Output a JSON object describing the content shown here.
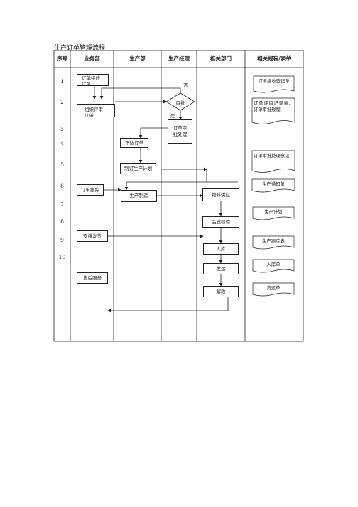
{
  "title": "生产订单管理流程",
  "headers": {
    "seq": "序号",
    "sales": "业务部",
    "production": "生产部",
    "manager": "生产经理",
    "related": "相关部门",
    "forms": "相关规程/表单"
  },
  "rows": [
    "1",
    "2",
    "3",
    "4",
    "5",
    "6",
    "7",
    "8",
    "9",
    "10"
  ],
  "sales_boxes": {
    "receive_order": "订单接收订单",
    "review_order": "组织评审订单",
    "order_tracking": "订单跟踪",
    "arrange_shipping": "安排发货",
    "after_sales": "售后服务"
  },
  "production_boxes": {
    "issue_order": "下达订单",
    "make_plan": "制订生产计划",
    "manufacturing": "生产制造"
  },
  "manager_items": {
    "reject_label": "否",
    "approve_decision": "审批",
    "yes_label": "是",
    "approval_handling": "订单审批处理"
  },
  "related_boxes": {
    "material_supply": "物料供应",
    "quality_check": "品质检验",
    "warehousing": "入库",
    "shipping": "发运",
    "payment": "解款"
  },
  "documents": {
    "d1": "订单接收登记单",
    "d2": "订单评审记录表、订单审批规程",
    "d3": "订单审批处理意见",
    "d4": "生产通知单",
    "d5": "生产计划",
    "d6": "生产跟踪表",
    "d7": "入库单",
    "d8": "货运单"
  }
}
